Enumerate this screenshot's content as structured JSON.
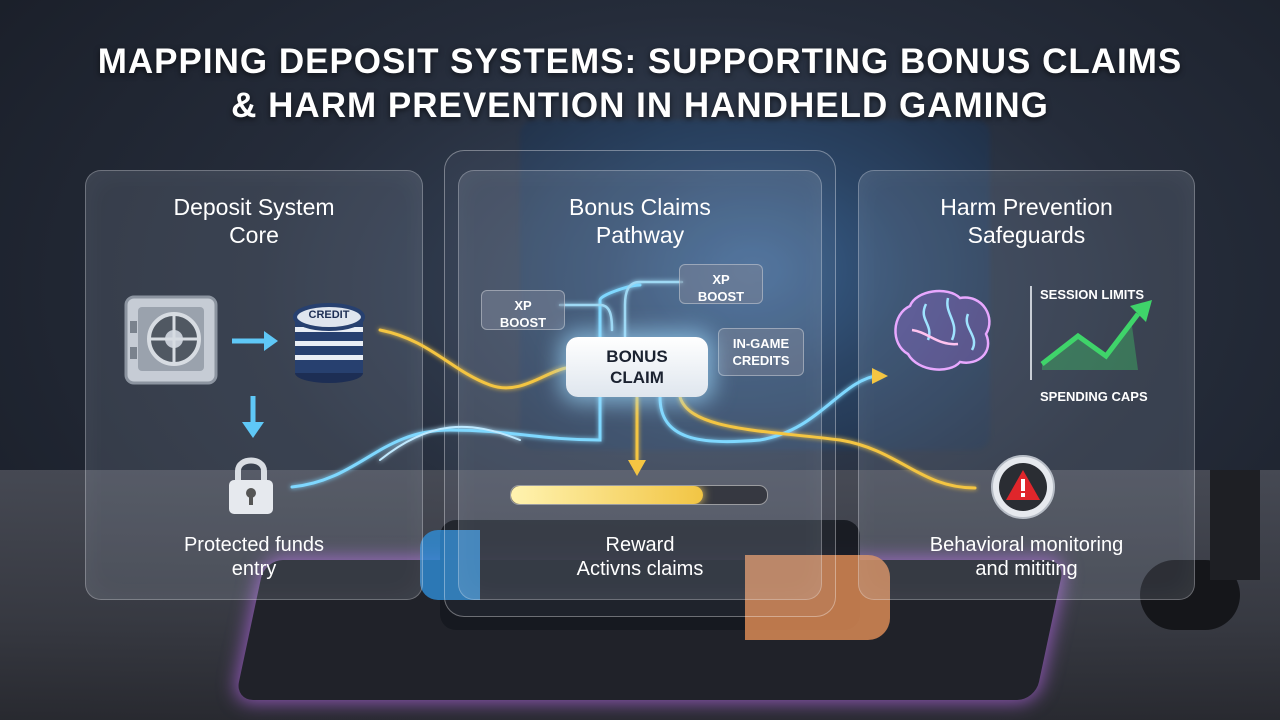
{
  "title": {
    "line1": "MAPPING DEPOSIT SYSTEMS: SUPPORTING BONUS CLAIMS",
    "line2": "& HARM PREVENTION IN HANDHELD GAMING"
  },
  "panels": {
    "deposit": {
      "heading_line1": "Deposit System",
      "heading_line2": "Core",
      "chip_text": "CREDIT",
      "footer_line1": "Protected funds",
      "footer_line2": "entry"
    },
    "bonus": {
      "heading_line1": "Bonus Claims",
      "heading_line2": "Pathway",
      "chip_left_line1": "XP",
      "chip_left_line2": "BOOST",
      "chip_top_line1": "XP",
      "chip_top_line2": "BOOST",
      "chip_right_line1": "IN-GAME",
      "chip_right_line2": "CREDITS",
      "claim_line1": "BONUS",
      "claim_line2": "CLAIM",
      "progress": 0.75,
      "footer_line1": "Reward",
      "footer_line2": "Activns claims"
    },
    "harm": {
      "heading_line1": "Harm Prevention",
      "heading_line2": "Safeguards",
      "session_label": "SESSION LIMITS",
      "spending_label": "SPENDING CAPS",
      "footer_line1": "Behavioral monitoring",
      "footer_line2": "and mititing"
    }
  },
  "colors": {
    "cyan_flow": "#7fd8ff",
    "gold_flow": "#f4c542",
    "accent_green": "#3fd46a",
    "warning_red": "#e0262b"
  }
}
